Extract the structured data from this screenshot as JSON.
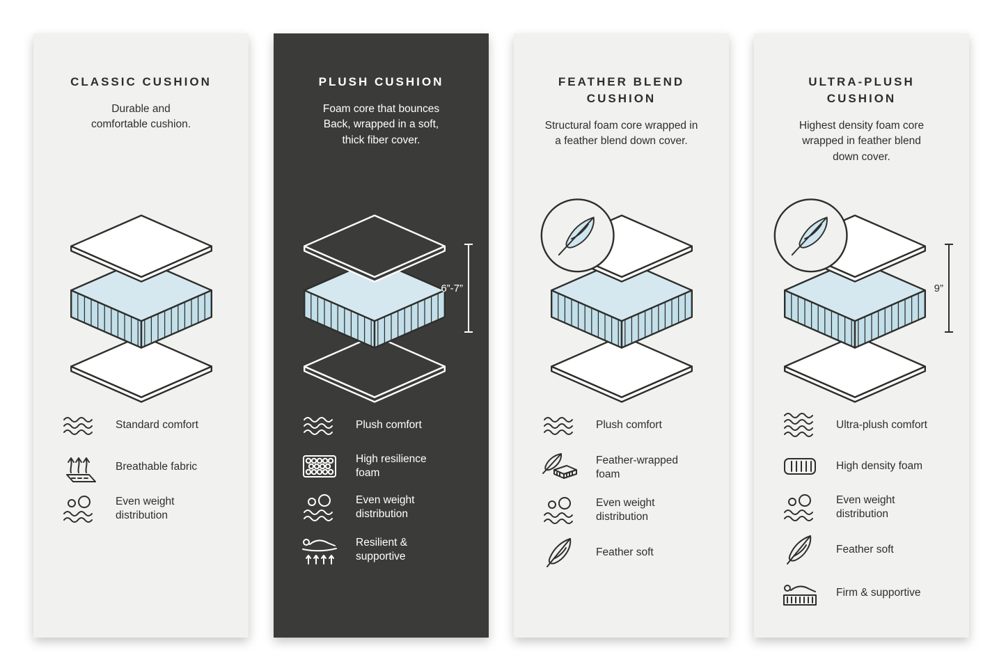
{
  "colors": {
    "page_background": "#ffffff",
    "card_light": "#f1f1ef",
    "card_dark": "#3b3b39",
    "ink_dark": "#2e2e2c",
    "ink_light": "#ffffff",
    "foam_top": "#d6e8ef",
    "foam_side": "#c3dfe9"
  },
  "cards": [
    {
      "id": "classic",
      "theme": "light",
      "title": "CLASSIC CUSHION",
      "description": "Durable and\ncomfortable cushion.",
      "features": [
        {
          "icon": "waves-icon",
          "label": "Standard comfort"
        },
        {
          "icon": "breathable-fabric-icon",
          "label": "Breathable fabric"
        },
        {
          "icon": "weight-distribution-icon",
          "label": "Even weight\ndistribution"
        }
      ]
    },
    {
      "id": "plush",
      "theme": "dark",
      "title": "PLUSH CUSHION",
      "description": "Foam core that bounces\nBack, wrapped in a soft,\nthick fiber cover.",
      "measurement": "6”-7”",
      "features": [
        {
          "icon": "waves-icon",
          "label": "Plush comfort"
        },
        {
          "icon": "resilience-foam-icon",
          "label": "High resilience\nfoam"
        },
        {
          "icon": "weight-distribution-icon",
          "label": "Even weight\ndistribution"
        },
        {
          "icon": "resilient-supportive-icon",
          "label": "Resilient &\nsupportive"
        }
      ]
    },
    {
      "id": "feather-blend",
      "theme": "light",
      "title": "FEATHER BLEND\nCUSHION",
      "description": "Structural foam core wrapped in\na feather blend down cover.",
      "features": [
        {
          "icon": "waves-icon",
          "label": "Plush comfort"
        },
        {
          "icon": "feather-wrapped-foam-icon",
          "label": "Feather-wrapped\nfoam"
        },
        {
          "icon": "weight-distribution-icon",
          "label": "Even weight\ndistribution"
        },
        {
          "icon": "feather-icon",
          "label": "Feather soft"
        }
      ]
    },
    {
      "id": "ultra-plush",
      "theme": "light",
      "title": "ULTRA-PLUSH\nCUSHION",
      "description": "Highest density foam core\nwrapped in feather blend\ndown cover.",
      "measurement": "9”",
      "features": [
        {
          "icon": "waves-icon",
          "label": "Ultra-plush comfort"
        },
        {
          "icon": "density-foam-icon",
          "label": "High density foam"
        },
        {
          "icon": "weight-distribution-icon",
          "label": "Even weight\ndistribution"
        },
        {
          "icon": "feather-icon",
          "label": "Feather soft"
        },
        {
          "icon": "firm-supportive-icon",
          "label": "Firm & supportive"
        }
      ]
    }
  ]
}
